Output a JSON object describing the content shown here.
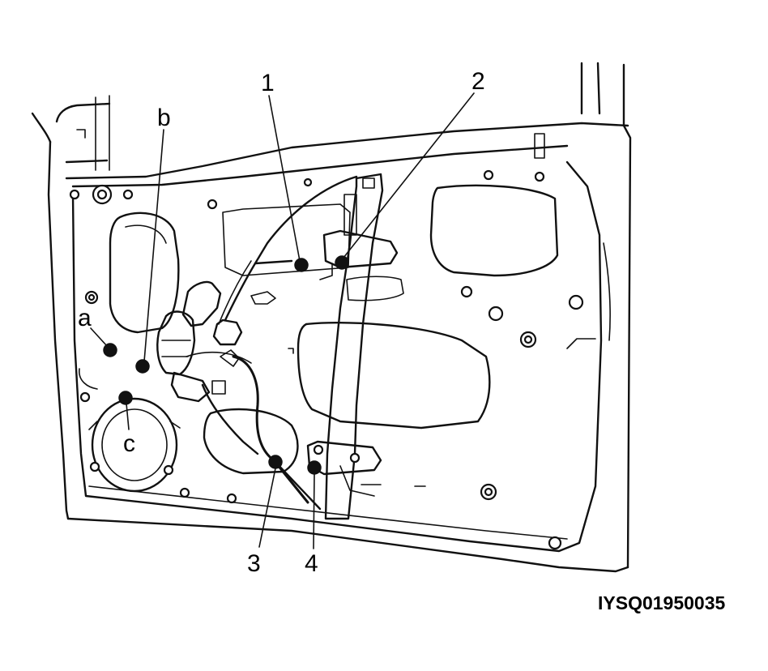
{
  "diagram": {
    "callouts": {
      "one": "1",
      "two": "2",
      "three": "3",
      "four": "4",
      "a": "a",
      "b": "b",
      "c": "c"
    },
    "figure_code": "IYSQ01950035",
    "ink_color": "#111111",
    "background_color": "#ffffff"
  }
}
